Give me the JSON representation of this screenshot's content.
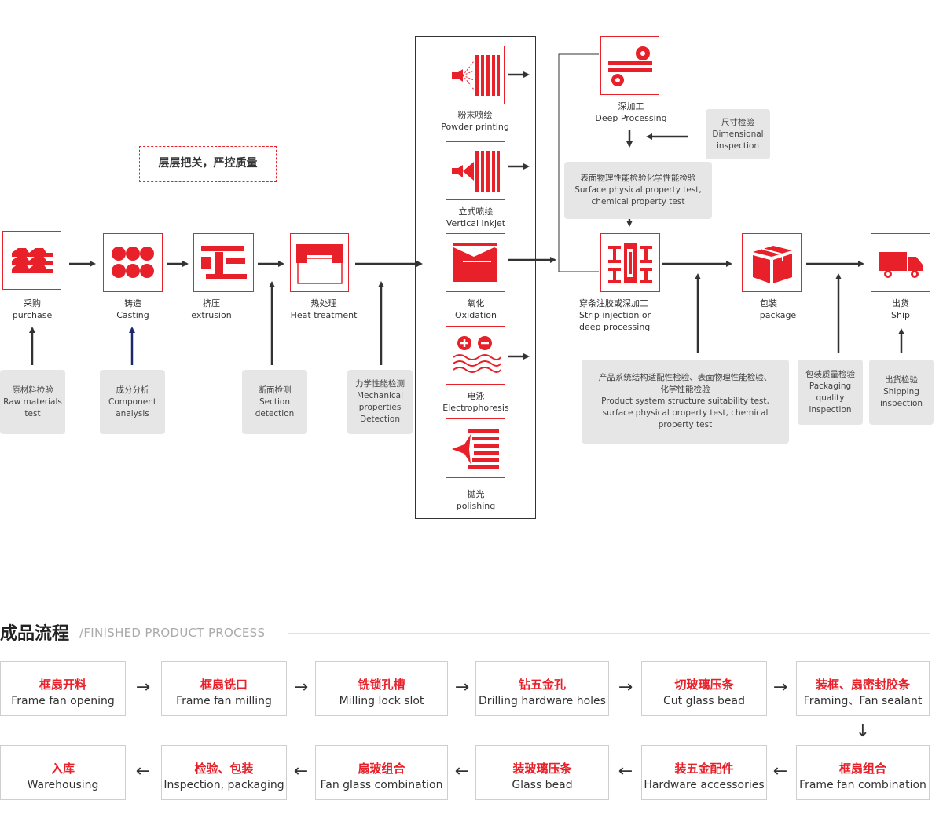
{
  "slogan": "层层把关，严控质量",
  "process": {
    "purchase": {
      "zh": "采购",
      "en": "purchase",
      "icon": "aluminum-ingots-icon"
    },
    "casting": {
      "zh": "铸造",
      "en": "Casting",
      "icon": "round-billets-icon"
    },
    "extrusion": {
      "zh": "挤压",
      "en": "extrusion",
      "icon": "extrusion-profile-icon"
    },
    "heat": {
      "zh": "热处理",
      "en": "Heat treatment",
      "icon": "furnace-icon"
    },
    "powder": {
      "zh": "粉末喷绘",
      "en": "Powder printing",
      "icon": "spray-gun-icon"
    },
    "vertical": {
      "zh": "立式喷绘",
      "en": "Vertical inkjet",
      "icon": "vertical-spray-icon"
    },
    "oxidation": {
      "zh": "氧化",
      "en": "Oxidation",
      "icon": "oxidation-tank-icon"
    },
    "electro": {
      "zh": "电泳",
      "en": "Electrophoresis",
      "icon": "electrophoresis-icon"
    },
    "polish": {
      "zh": "抛光",
      "en": "polishing",
      "icon": "polishing-icon"
    },
    "deep": {
      "zh": "深加工",
      "en": "Deep Processing",
      "icon": "deep-processing-icon"
    },
    "strip": {
      "zh": "穿条注胶或深加工",
      "en1": "Strip injection or",
      "en2": "deep processing",
      "icon": "strip-injection-icon"
    },
    "package": {
      "zh": "包装",
      "en": "package",
      "icon": "package-box-icon"
    },
    "ship": {
      "zh": "出货",
      "en": "Ship",
      "icon": "truck-icon"
    }
  },
  "checks": {
    "raw": [
      "原材料检验",
      "Raw materials",
      "test"
    ],
    "component": [
      "成分分析",
      "Component",
      "analysis"
    ],
    "section": [
      "断面检测",
      "Section",
      "detection"
    ],
    "mechanical": [
      "力学性能检测",
      "Mechanical",
      "properties",
      "Detection"
    ],
    "dimensional": [
      "尺寸检验",
      "Dimensional",
      "inspection"
    ],
    "surface": [
      "表面物理性能检验化学性能检验",
      "Surface physical property test,",
      "chemical property test"
    ],
    "system": [
      "产品系统结构适配性检验、表面物理性能检验、",
      "化学性能检验",
      "Product system structure suitability test,",
      "surface physical property test, chemical",
      "property test"
    ],
    "packaging": [
      "包装质量检验",
      "Packaging",
      "quality",
      "inspection"
    ],
    "shipping": [
      "出货检验",
      "Shipping",
      "inspection"
    ]
  },
  "section": {
    "title": "成品流程",
    "subtitle": "/FINISHED PRODUCT PROCESS"
  },
  "steps": [
    {
      "zh": "框扇开料",
      "en": "Frame fan opening"
    },
    {
      "zh": "框扇铣口",
      "en": "Frame fan milling"
    },
    {
      "zh": "铣锁孔槽",
      "en": "Milling lock slot"
    },
    {
      "zh": "钻五金孔",
      "en": "Drilling hardware holes"
    },
    {
      "zh": "切玻璃压条",
      "en": "Cut glass bead"
    },
    {
      "zh": "装框、扇密封胶条",
      "en": "Framing、Fan sealant"
    },
    {
      "zh": "框扇组合",
      "en": "Frame fan combination"
    },
    {
      "zh": "装五金配件",
      "en": "Hardware accessories"
    },
    {
      "zh": "装玻璃压条",
      "en": "Glass bead"
    },
    {
      "zh": "扇玻组合",
      "en": "Fan glass combination"
    },
    {
      "zh": "检验、包装",
      "en": "Inspection, packaging"
    },
    {
      "zh": "入库",
      "en": "Warehousing"
    }
  ],
  "arrows": {
    "right": "→",
    "left": "←",
    "down": "↓"
  },
  "colors": {
    "accent": "#e8202a",
    "box": "#e6e6e6",
    "arrow": "#333333",
    "navy_arrow": "#1a2a6c"
  }
}
